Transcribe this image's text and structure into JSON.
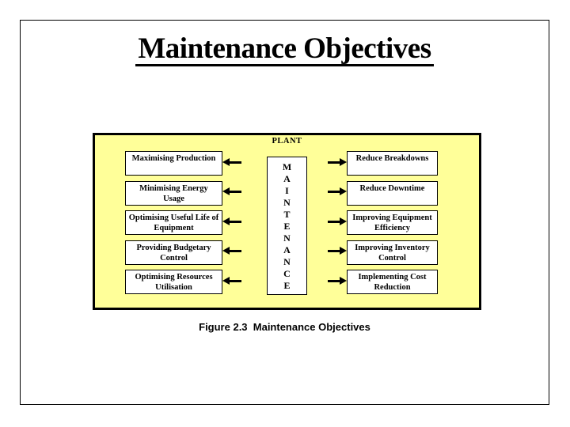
{
  "slide": {
    "title": "Maintenance Objectives",
    "caption": "Figure 2.3  Maintenance Objectives"
  },
  "diagram": {
    "plant_label": "PLANT",
    "center_word": "MAINTENANCE",
    "center_letters": [
      "M",
      "A",
      "I",
      "N",
      "T",
      "E",
      "N",
      "A",
      "N",
      "C",
      "E"
    ],
    "left_objectives": [
      "Maximising Production",
      "Minimising Energy Usage",
      "Optimising Useful Life of Equipment",
      "Providing Budgetary Control",
      "Optimising Resources Utilisation"
    ],
    "right_objectives": [
      "Reduce Breakdowns",
      "Reduce Downtime",
      "Improving Equipment Efficiency",
      "Improving Inventory Control",
      "Implementing Cost Reduction"
    ],
    "colors": {
      "panel_background": "#FFFF99",
      "panel_border": "#000000",
      "box_background": "#FFFFFF",
      "text": "#000000"
    }
  }
}
